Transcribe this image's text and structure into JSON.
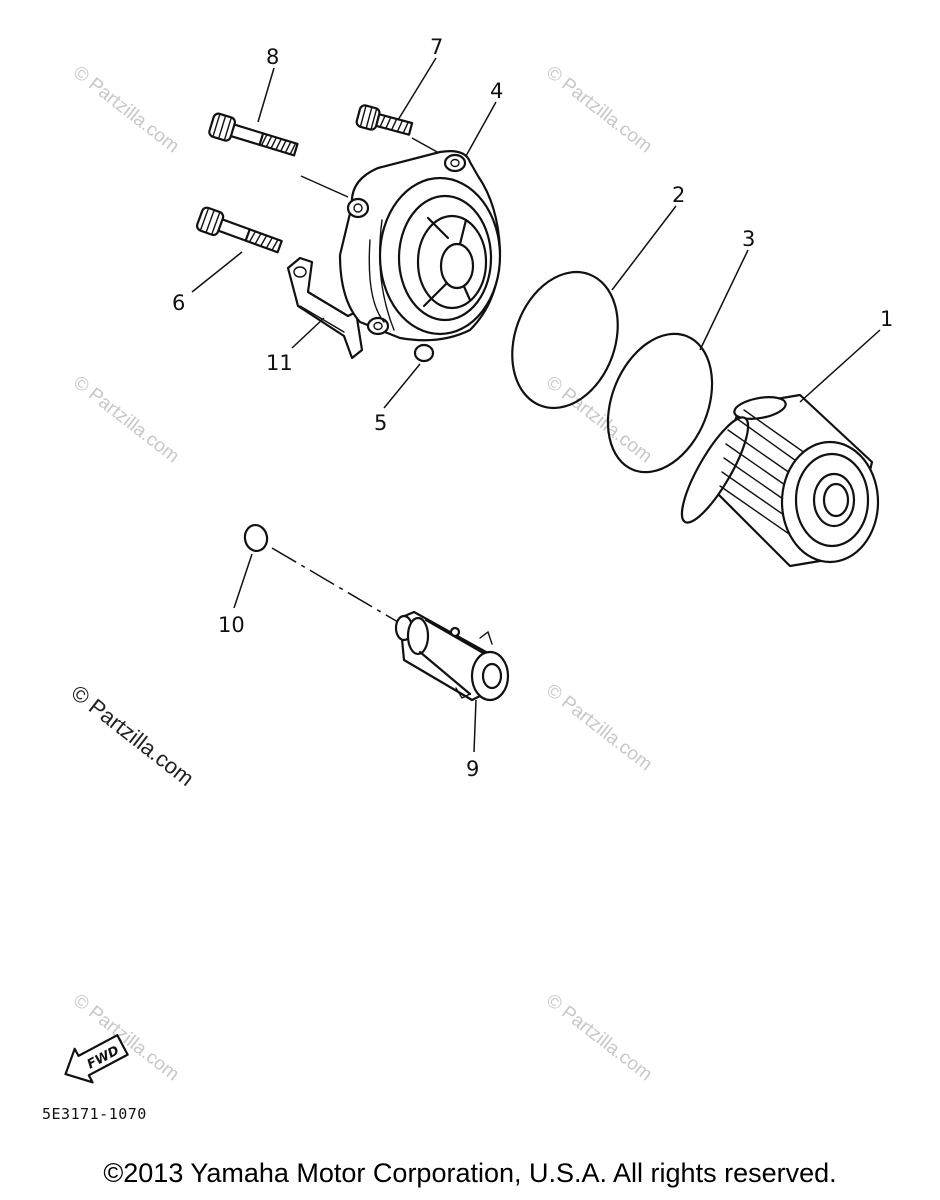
{
  "callouts": {
    "c1": "1",
    "c2": "2",
    "c3": "3",
    "c4": "4",
    "c5": "5",
    "c6": "6",
    "c7": "7",
    "c8": "8",
    "c9": "9",
    "c10": "10",
    "c11": "11"
  },
  "fwd_label": "FWD",
  "diagram_code": "5E3171-1070",
  "copyright": "©2013 Yamaha Motor Corporation, U.S.A. All rights reserved.",
  "watermark": "© Partzilla.com",
  "colors": {
    "ink": "#111111",
    "watermark": "#c8c8c8"
  }
}
